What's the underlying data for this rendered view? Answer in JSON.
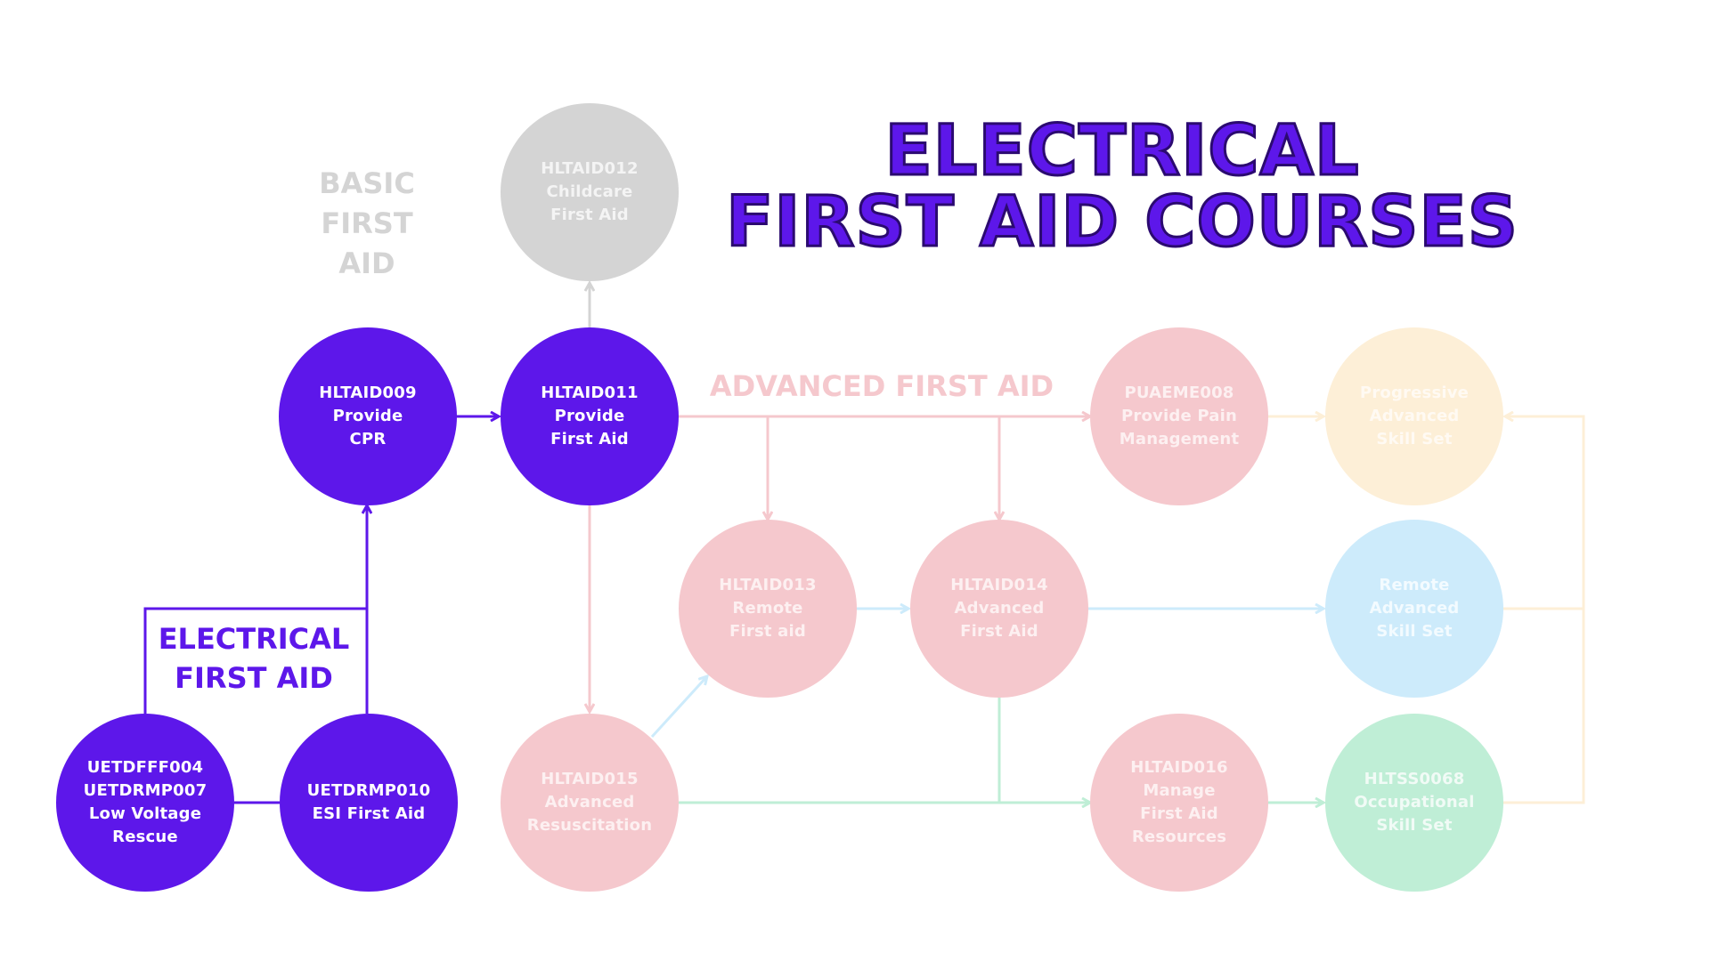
{
  "title": {
    "line1": "ELECTRICAL",
    "line2": "FIRST AID COURSES"
  },
  "section_labels": {
    "basic": "BASIC\nFIRST\nAID",
    "advanced": "ADVANCED FIRST AID",
    "electrical": "ELECTRICAL\nFIRST AID"
  },
  "colors": {
    "purple": "#5d17ea",
    "gray": "#d4d4d4",
    "pink": "#f5c8cd",
    "peach": "#fdefd7",
    "blue": "#cdebfb",
    "green": "#bfeed6",
    "basic_label": "#d4d4d4",
    "advanced_label": "#f5c8cd"
  },
  "nodes": {
    "uetdfff004": {
      "text": "UETDFFF004\nUETDRMP007\nLow Voltage\nRescue",
      "theme": "purple"
    },
    "uetdrmp010": {
      "text": "UETDRMP010\nESI First Aid",
      "theme": "purple"
    },
    "hltaid009": {
      "text": "HLTAID009\nProvide\nCPR",
      "theme": "purple"
    },
    "hltaid011": {
      "text": "HLTAID011\nProvide\nFirst Aid",
      "theme": "purple"
    },
    "hltaid012": {
      "text": "HLTAID012\nChildcare\nFirst Aid",
      "theme": "gray"
    },
    "hltaid013": {
      "text": "HLTAID013\nRemote\nFirst aid",
      "theme": "pink"
    },
    "hltaid014": {
      "text": "HLTAID014\nAdvanced\nFirst Aid",
      "theme": "pink"
    },
    "hltaid015": {
      "text": "HLTAID015\nAdvanced\nResuscitation",
      "theme": "pink"
    },
    "puaeme008": {
      "text": "PUAEME008\nProvide Pain\nManagement",
      "theme": "pink"
    },
    "hltaid016": {
      "text": "HLTAID016\nManage\nFirst Aid\nResources",
      "theme": "pink"
    },
    "progressive": {
      "text": "Progressive\nAdvanced\nSkill Set",
      "theme": "peach"
    },
    "remote_adv": {
      "text": "Remote\nAdvanced\nSkill Set",
      "theme": "blue"
    },
    "hltss0068": {
      "text": "HLTSS0068\nOccupational\nSkill Set",
      "theme": "green"
    }
  }
}
